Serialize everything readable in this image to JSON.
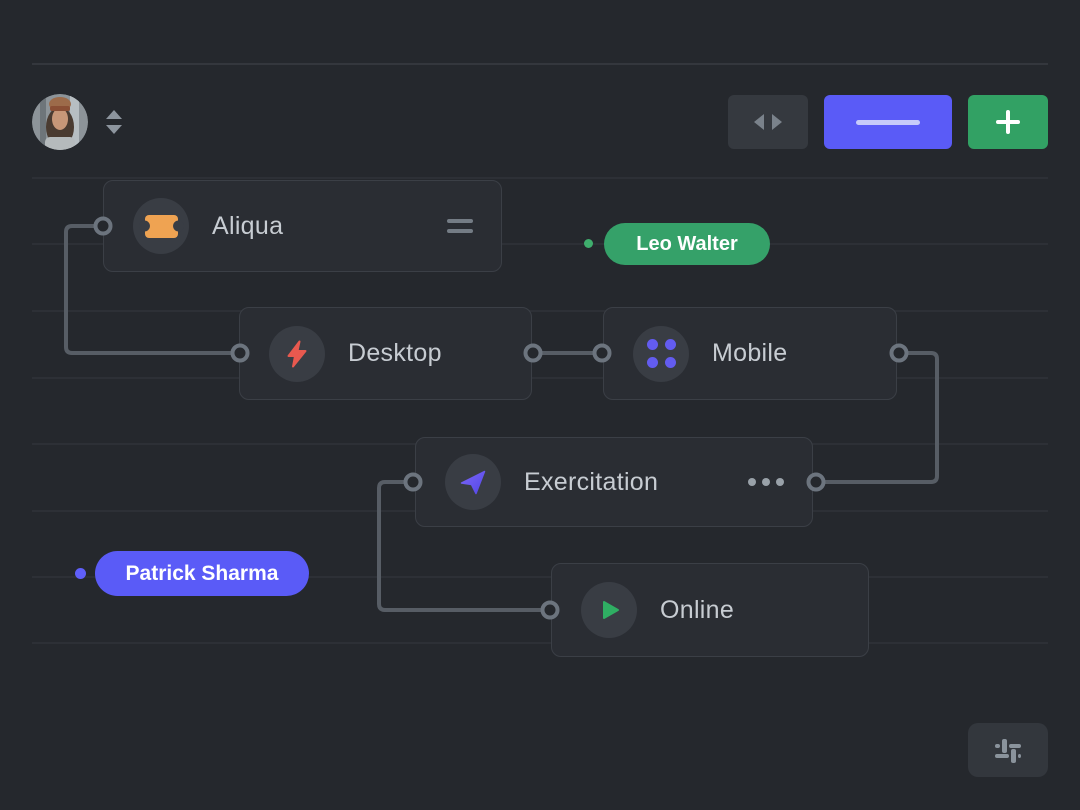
{
  "toolbar": {
    "avatar": {
      "name": "user-avatar"
    },
    "buttons": [
      {
        "name": "panel-toggle-button",
        "icon": "arrows-horizontal-icon",
        "color": "#35393f"
      },
      {
        "name": "primary-action-button",
        "icon": "dash-icon",
        "color": "#5a5bf7"
      },
      {
        "name": "add-button",
        "icon": "plus-icon",
        "color": "#32a164"
      }
    ]
  },
  "nodes": [
    {
      "label": "Aliqua",
      "icon": "ticket-icon",
      "icon_color": "#efa352",
      "trailing": "drag-handle-icon"
    },
    {
      "label": "Desktop",
      "icon": "lightning-icon",
      "icon_color": "#e8594f"
    },
    {
      "label": "Mobile",
      "icon": "dots-grid-icon",
      "icon_color": "#635cf0"
    },
    {
      "label": "Exercitation",
      "icon": "navigation-icon",
      "icon_color": "#675ef2",
      "trailing": "ellipsis-icon"
    },
    {
      "label": "Online",
      "icon": "play-icon",
      "icon_color": "#2fae63"
    }
  ],
  "badges": [
    {
      "label": "Leo Walter",
      "color": "#35a169",
      "dot_color": "#3fae6d"
    },
    {
      "label": "Patrick Sharma",
      "color": "#5a5bf7",
      "dot_color": "#5f5ffa"
    }
  ],
  "footer": {
    "settings_icon": "sliders-icon"
  },
  "colors": {
    "background": "#25282d",
    "card": "#2a2d33",
    "card_border": "#3b3f46",
    "wire": "#575d65",
    "port_ring": "#6c747e",
    "accent_purple": "#5a5bf7",
    "accent_green": "#32a164",
    "accent_orange": "#efa352",
    "accent_red": "#e8594f"
  }
}
